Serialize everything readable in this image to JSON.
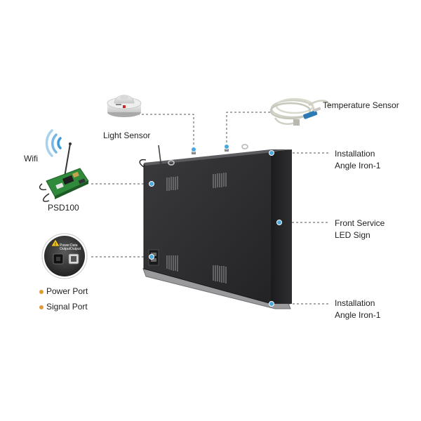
{
  "labels": {
    "wifi": "Wifi",
    "psd100": "PSD100",
    "light_sensor": "Light Sensor",
    "temperature_sensor": "Temperature Sensor",
    "installation_top": "Installation\nAngle Iron-1",
    "front_service": "Front Service\nLED Sign",
    "installation_bottom": "Installation\nAngle Iron-1",
    "power_port": "Power Port",
    "signal_port": "Signal Port",
    "power_output": "Power\nOutput",
    "data_output": "Data\nOutput"
  },
  "colors": {
    "callout_dot": "#4aa8dc",
    "legend_dot": "#e59a3a",
    "sign_body": "#2a2a2c",
    "wifi": "#3d9ad6",
    "board_green": "#2f8a3c"
  }
}
